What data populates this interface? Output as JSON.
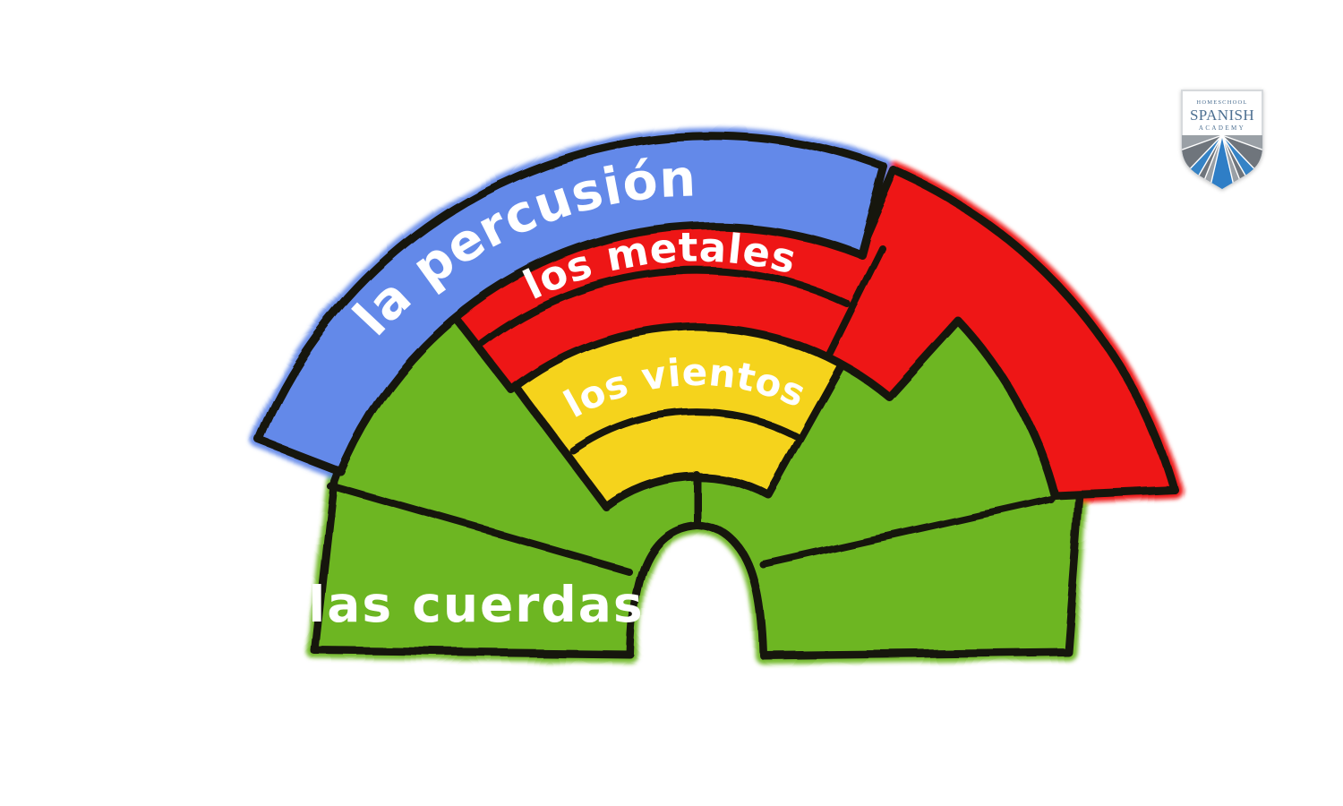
{
  "page": {
    "background": "#ffffff"
  },
  "diagram": {
    "type": "orchestra-seating-fan",
    "outline_color": "#171310",
    "label_color": "#ffffff",
    "sections": [
      {
        "id": "percussion",
        "label": "la percusión",
        "color": "#6489e9"
      },
      {
        "id": "brass",
        "label": "los metales",
        "color": "#ee1212"
      },
      {
        "id": "winds",
        "label": "los vientos",
        "color": "#f5d31f"
      },
      {
        "id": "strings",
        "label": "las cuerdas",
        "color": "#6db624"
      }
    ]
  },
  "logo": {
    "line1": "HOMESCHOOL",
    "line2": "SPANISH",
    "line3": "ACADEMY",
    "text_color": "#4c6f91",
    "gray_band": "#9aa0a6",
    "dark_gray": "#6f757c",
    "blue": "#3583c6",
    "road_blue": "#2f7ec6"
  }
}
